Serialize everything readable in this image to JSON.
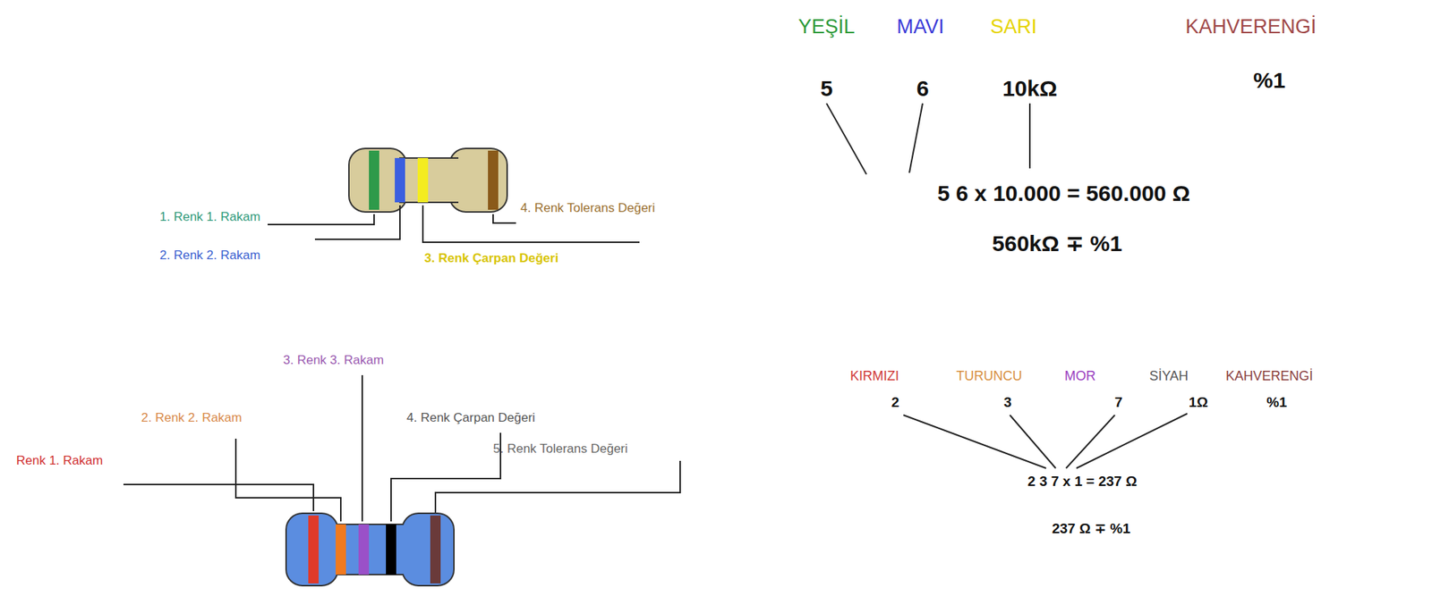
{
  "diagram": {
    "labels": [
      "1. Renk 1. Rakam",
      "2. Renk 2. Rakam",
      "3. Renk Çarpan Değeri",
      "4. Renk Tolerans Değeri",
      "YEŞİL",
      "MAVI",
      "SARI",
      "KAHVERENGİ",
      "5",
      "6",
      "10kΩ",
      "%1",
      "5 6 x 10.000 = 560.000 Ω",
      "560kΩ ∓ %1",
      "3. Renk 3. Rakam",
      "2. Renk 2. Rakam",
      "4. Renk Çarpan Değeri",
      "5. Renk Tolerans Değeri",
      "Renk 1. Rakam",
      "KIRMIZI",
      "TURUNCU",
      "MOR",
      "SİYAH",
      "KAHVERENGİ",
      "2",
      "3",
      "7",
      "1Ω",
      "%1",
      "2 3 7 x 1 = 237 Ω",
      "237 Ω ∓ %1"
    ]
  }
}
